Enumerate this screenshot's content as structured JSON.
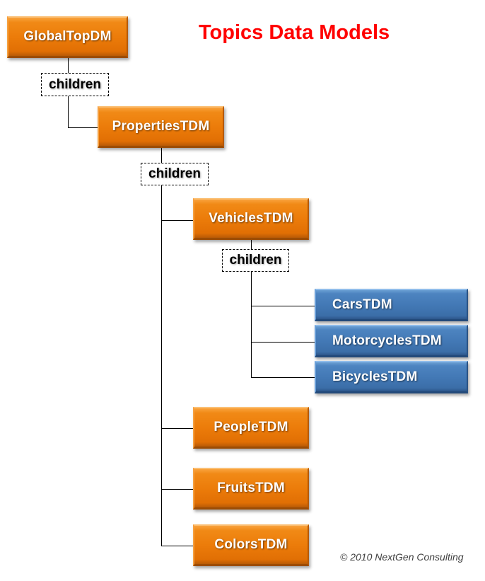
{
  "title": "Topics Data Models",
  "copyright": "© 2010 NextGen Consulting",
  "colors": {
    "title": "#ff0000",
    "orange_node": "#ec7c0a",
    "blue_node": "#4379b6"
  },
  "relation_label": "children",
  "nodes": {
    "global": "GlobalTopDM",
    "properties": "PropertiesTDM",
    "vehicles": "VehiclesTDM",
    "cars": "CarsTDM",
    "motorcycles": "MotorcyclesTDM",
    "bicycles": "BicyclesTDM",
    "people": "PeopleTDM",
    "fruits": "FruitsTDM",
    "colors": "ColorsTDM"
  },
  "hierarchy": {
    "GlobalTopDM": [
      "PropertiesTDM"
    ],
    "PropertiesTDM": [
      "VehiclesTDM",
      "PeopleTDM",
      "FruitsTDM",
      "ColorsTDM"
    ],
    "VehiclesTDM": [
      "CarsTDM",
      "MotorcyclesTDM",
      "BicyclesTDM"
    ]
  }
}
